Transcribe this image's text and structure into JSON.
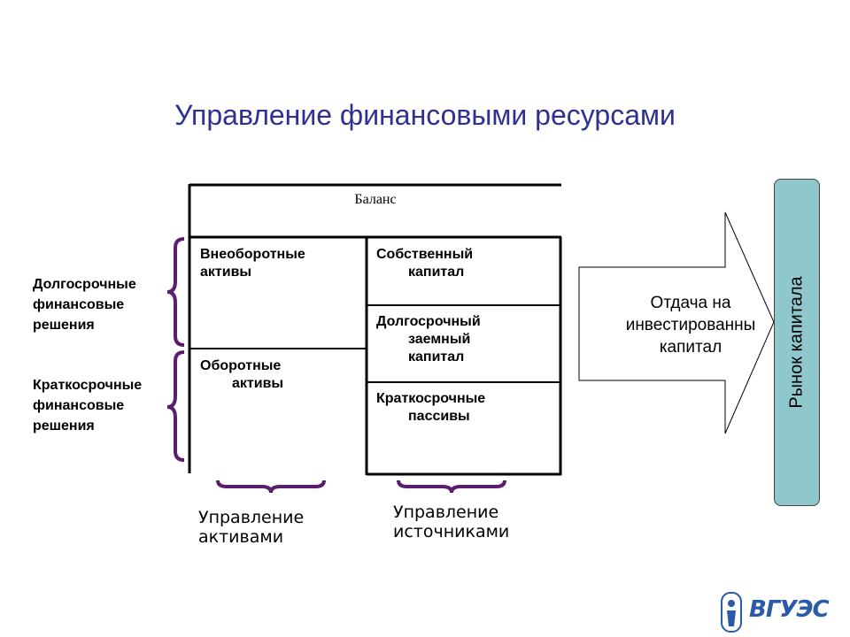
{
  "title": "Управление финансовыми ресурсами",
  "balance": {
    "header": "Баланс",
    "non_current_assets": [
      "Внеоборотные",
      "активы"
    ],
    "current_assets": [
      "Оборотные",
      "активы"
    ],
    "equity": [
      "Собственный",
      "капитал"
    ],
    "long_term_debt": [
      "Долгосрочный",
      "заемный",
      "капитал"
    ],
    "short_term_liabilities": [
      "Краткосрочные",
      "пассивы"
    ]
  },
  "side_labels": {
    "long_term": [
      "Долгосрочные",
      "финансовые",
      "решения"
    ],
    "short_term": [
      "Краткосрочные",
      "финансовые",
      "решения"
    ]
  },
  "bottom_labels": {
    "assets_management": [
      "Управление",
      "активами"
    ],
    "sources_management": [
      "Управление",
      "источниками"
    ]
  },
  "arrow_text": [
    "Отдача на",
    "инвестированны",
    "капитал"
  ],
  "market_label": "Рынок капитала",
  "logo": "ВГУЭС",
  "colors": {
    "title": "#2e3192",
    "brace": "#5b1e6e",
    "market_fill": "#8fc8cc"
  }
}
